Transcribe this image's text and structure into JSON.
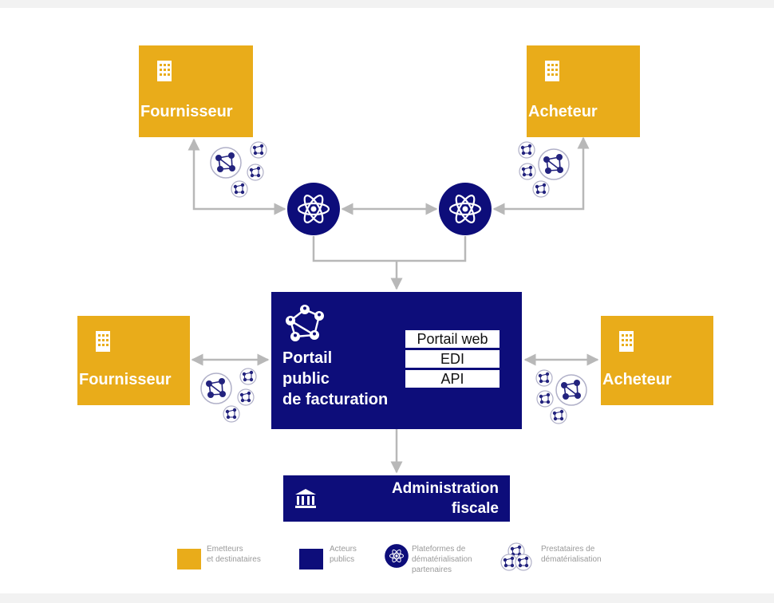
{
  "diagram": {
    "nodes": {
      "fournisseur_top": {
        "label": "Fournisseur"
      },
      "acheteur_top": {
        "label": "Acheteur"
      },
      "fournisseur_bottom": {
        "label": "Fournisseur"
      },
      "acheteur_bottom": {
        "label": "Acheteur"
      },
      "portal": {
        "title_line1": "Portail",
        "title_line2": "public",
        "title_line3": "de facturation",
        "channels": [
          "Portail web",
          "EDI",
          "API"
        ]
      },
      "administration": {
        "line1": "Administration",
        "line2": "fiscale"
      }
    },
    "legend": [
      {
        "line1": "Emetteurs",
        "line2": "et destinataires"
      },
      {
        "line1": "Acteurs",
        "line2": "publics"
      },
      {
        "line1": "Plateformes de",
        "line2": "dématérialisation",
        "line3": "partenaires"
      },
      {
        "line1": "Prestataires de",
        "line2": "dématérialisation"
      }
    ],
    "colors": {
      "actor": "#e9ac1a",
      "public": "#0d0d7a",
      "connector": "#b8b8b8",
      "legend_text": "#9a9a9a"
    },
    "icons": {
      "actor": "building-icon",
      "platform": "atom-icon",
      "provider": "network-icon",
      "administration": "bank-icon"
    }
  }
}
